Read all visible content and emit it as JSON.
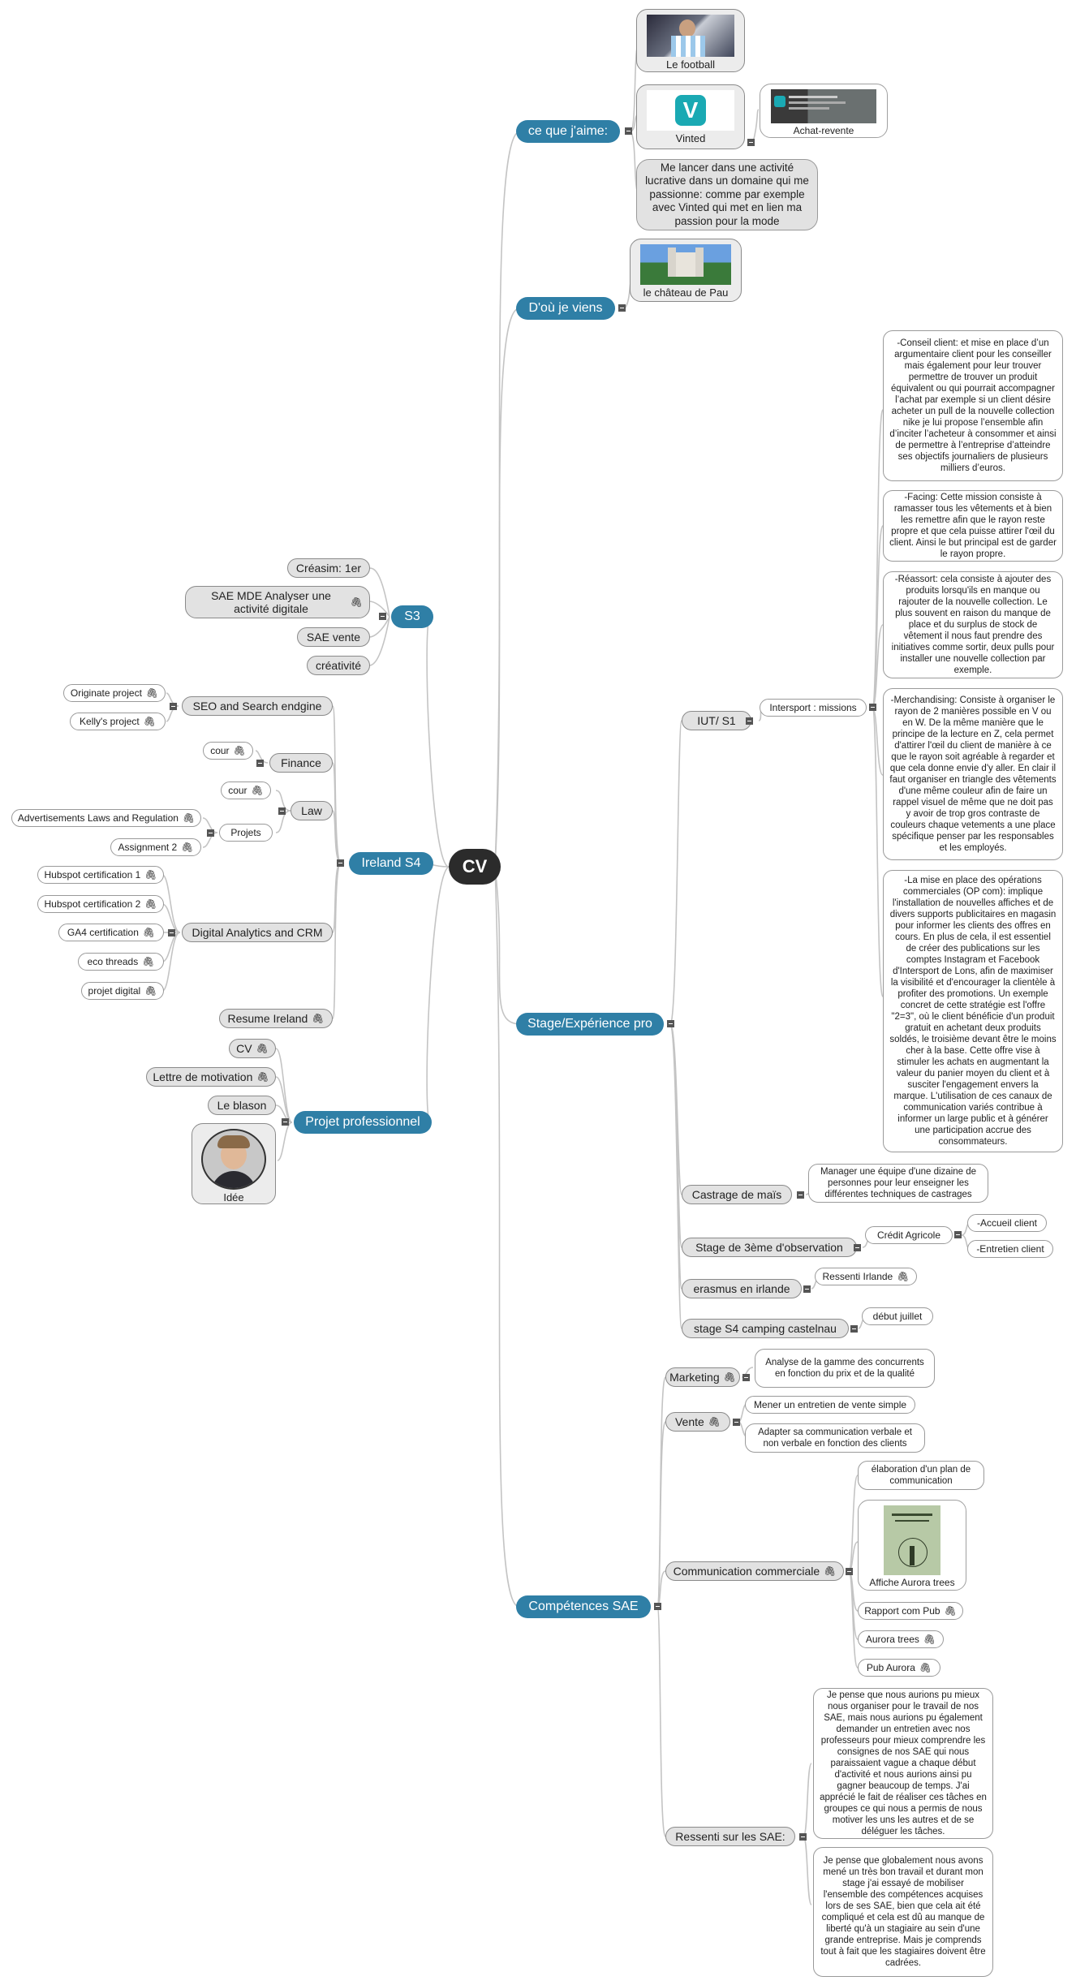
{
  "root": "CV",
  "colors": {
    "root": "#2b2b2b",
    "main": "#2f7fa6",
    "link": "#c4c4c4"
  },
  "aime": {
    "title": "ce que j'aime:",
    "football": "Le football",
    "vinted": "Vinted",
    "achat": "Achat-revente",
    "vinted_logo": "V",
    "lancer": "Me lancer dans une activité lucrative dans un domaine qui me passionne: comme par exemple avec Vinted qui met en lien ma passion pour la mode"
  },
  "viens": {
    "title": "D'où je viens",
    "chateau": "le château de Pau"
  },
  "s3": {
    "title": "S3",
    "items": [
      "Créasim: 1er",
      "SAE MDE Analyser une activité digitale",
      "SAE vente",
      "créativité"
    ]
  },
  "ireland": {
    "title": "Ireland S4",
    "seo": "SEO and Search endgine",
    "originate": "Originate project",
    "kelly": "Kelly's project",
    "finance": "Finance",
    "cour1": "cour",
    "law": "Law",
    "cour2": "cour",
    "projets": "Projets",
    "adv": "Advertisements Laws and Regulation",
    "assign": "Assignment 2",
    "dig": "Digital Analytics and CRM",
    "hub1": "Hubspot certification 1",
    "hub2": "Hubspot certification 2",
    "ga4": "GA4 certification",
    "eco": "eco threads",
    "projdig": "projet digital",
    "resume": "Resume Ireland"
  },
  "projet": {
    "title": "Projet professionnel",
    "cv": "CV",
    "lettre": "Lettre de motivation",
    "blason": "Le blason",
    "idee": "Idée"
  },
  "stage": {
    "title": "Stage/Expérience pro",
    "iut": "IUT/ S1",
    "intersport": "Intersport : missions",
    "m1": "-Conseil client: et mise en place d’un argumentaire client pour les conseiller mais également pour leur trouver permettre de trouver un produit équivalent ou qui pourrait accompagner l’achat par exemple si un client désire acheter un pull de la nouvelle collection nike je lui propose l’ensemble afin d’inciter l’acheteur à consommer et ainsi de permettre à l’entreprise d’atteindre ses objectifs journaliers de plusieurs milliers d’euros.",
    "m2": "-Facing: Cette mission consiste à ramasser tous les vêtements et à bien les remettre afin que le rayon reste propre et que cela puisse attirer l'œil du client. Ainsi le but principal est de garder le rayon propre.",
    "m3": "-Réassort: cela consiste à ajouter des produits lorsqu'ils en manque ou rajouter de la nouvelle collection. Le plus souvent en raison du manque de place et du surplus de stock de vêtement il nous faut prendre des initiatives comme sortir, deux pulls pour installer une nouvelle collection par exemple.",
    "m4": "-Merchandising: Consiste à organiser le rayon de 2 manières possible en V ou en W. De la même manière que le principe de la lecture en Z, cela permet d'attirer l'œil du client de manière à ce que le rayon soit agréable à regarder et que cela donne envie d'y aller. En clair il faut organiser en triangle des vêtements d'une même couleur afin de faire un rappel visuel de même que ne doit pas y avoir de trop gros contraste de couleurs chaque vetements a une place spécifique penser par les responsables et les employés.",
    "m5": "-La mise en place des opérations commerciales (OP com): implique l'installation de nouvelles affiches et de divers supports publicitaires en magasin pour informer les clients des offres en cours. En plus de cela, il est essentiel de créer des publications sur les comptes Instagram et Facebook d'Intersport de Lons, afin de maximiser la visibilité et d'encourager la clientèle à profiter des promotions. Un exemple concret de cette stratégie est l'offre \"2=3\", où le client bénéficie d'un produit gratuit en achetant deux produits soldés, le troisième devant être le moins cher à la base. Cette offre vise à stimuler les achats en augmentant la valeur du panier moyen du client et à susciter l'engagement envers la marque. L'utilisation de ces canaux de communication variés contribue à informer un large public et à générer une participation accrue des consommateurs.",
    "castrage": "Castrage de maïs",
    "manager": "Manager une équipe d'une dizaine de personnes pour leur enseigner les différentes techniques de castrages",
    "stage3": "Stage de 3ème d'observation",
    "credit": "Crédit Agricole",
    "accueil": "-Accueil client",
    "entretien": "-Entretien client",
    "erasmus": "erasmus en irlande",
    "ressenti": "Ressenti Irlande",
    "camping": "stage S4 camping castelnau",
    "debut": "début juillet"
  },
  "comp": {
    "title": "Compétences SAE",
    "marketing": "Marketing",
    "analyse": "Analyse de la gamme des concurrents en fonction du prix et de la qualité",
    "vente": "Vente",
    "mener": "Mener un entretien de vente simple",
    "adapter": "Adapter sa communication verbale et non verbale en fonction des clients",
    "comm": "Communication commerciale",
    "elab": "élaboration d'un plan de communication",
    "affiche": "Affiche Aurora trees",
    "rapport": "Rapport com Pub",
    "aurora": "Aurora trees",
    "pub": "Pub Aurora",
    "ressentiSae": "Ressenti sur les SAE:",
    "r1": "Je pense que nous aurions pu mieux nous organiser pour le travail de nos SAE, mais nous aurions pu également demander un entretien avec nos professeurs pour mieux comprendre les consignes de nos SAE qui nous paraissaient vague a chaque début d'activité et nous aurions ainsi pu gagner beaucoup de temps. J'ai apprécié le fait de réaliser ces tâches en groupes ce qui nous a permis de nous motiver les uns les autres et de se déléguer les tâches.",
    "r2": "Je pense que globalement nous avons mené un très bon travail et durant mon stage j'ai essayé de mobiliser l'ensemble des compétences acquises lors de ses SAE, bien que cela ait été compliqué et cela est dû au manque de liberté qu'à un stagiaire au sein d'une grande entreprise. Mais je comprends tout à fait que les stagiaires doivent être cadrées."
  },
  "icons": {
    "attachment": "paperclip-icon",
    "collapse": "collapse-toggle-icon"
  }
}
